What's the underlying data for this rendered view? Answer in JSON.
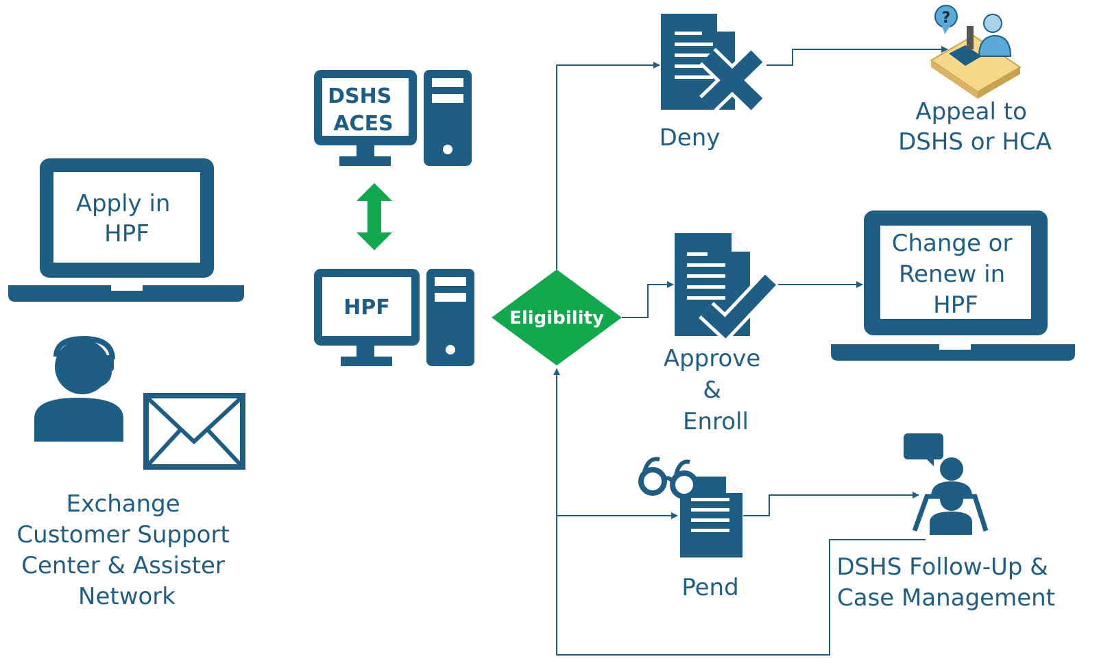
{
  "colors": {
    "primary": "#1f5e84",
    "accent_green": "#12a84d",
    "white": "#ffffff",
    "appeal_desk": "#f5d88a"
  },
  "left": {
    "laptop_text": [
      "Apply in",
      "HPF"
    ],
    "support_text": [
      "Exchange",
      "Customer Support",
      "Center & Assister",
      "Network"
    ],
    "icons": [
      "laptop-icon",
      "headset-agent-icon",
      "envelope-icon"
    ]
  },
  "systems": {
    "aces_text": [
      "DSHS",
      "ACES"
    ],
    "hpf_text": "HPF",
    "connector": "bidirectional-arrow-icon"
  },
  "decision": {
    "label": "Eligibility"
  },
  "outcomes": {
    "deny": {
      "label": "Deny",
      "icon": "document-x-icon"
    },
    "approve": {
      "label": [
        "Approve",
        "&",
        "Enroll"
      ],
      "icon": "document-check-icon"
    },
    "pend": {
      "label": "Pend",
      "icon": "document-glasses-icon"
    }
  },
  "results": {
    "appeal": {
      "label": [
        "Appeal to",
        "DSHS or HCA"
      ],
      "icon": "appeal-desk-icon"
    },
    "change": {
      "label": [
        "Change or",
        "Renew in",
        "HPF"
      ],
      "icon": "laptop-icon"
    },
    "followup": {
      "label": [
        "DSHS Follow-Up &",
        "Case Management"
      ],
      "icon": "meeting-icon"
    }
  }
}
